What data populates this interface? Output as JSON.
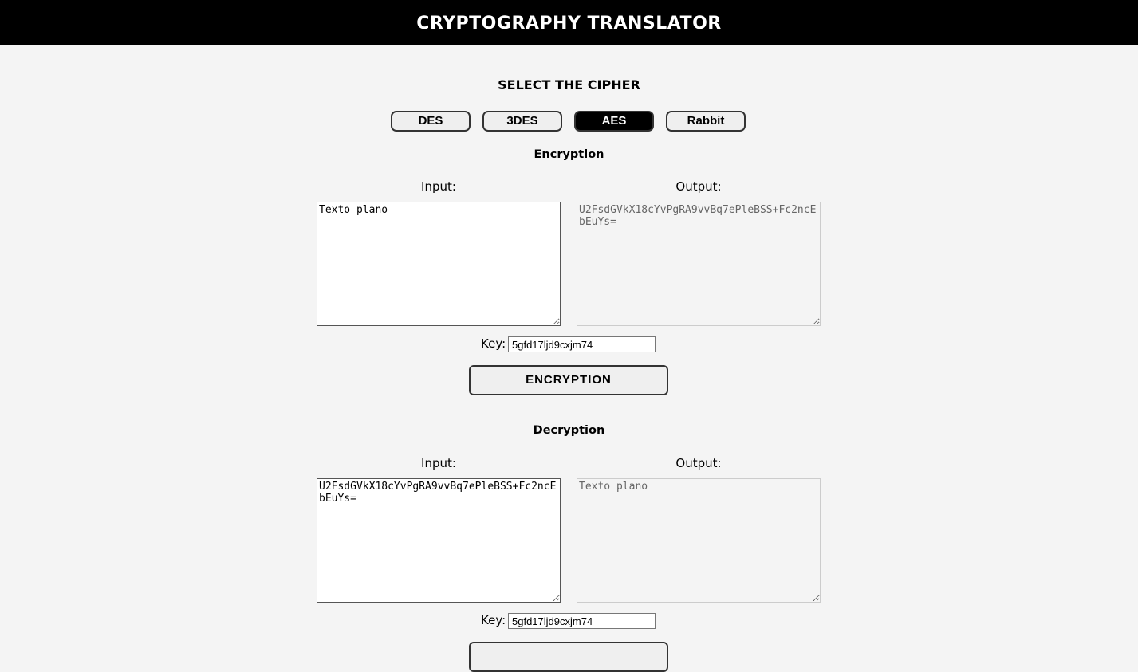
{
  "header": {
    "title": "CRYPTOGRAPHY TRANSLATOR"
  },
  "cipher": {
    "heading": "SELECT THE CIPHER",
    "options": [
      "DES",
      "3DES",
      "AES",
      "Rabbit"
    ],
    "selected": "AES"
  },
  "encryption": {
    "heading": "Encryption",
    "input_label": "Input:",
    "output_label": "Output:",
    "input_value": "Texto plano",
    "output_value": "U2FsdGVkX18cYvPgRA9vvBq7ePleBSS+Fc2ncEbEuYs=",
    "key_label": "Key:",
    "key_value": "5gfd17ljd9cxjm74",
    "button": "ENCRYPTION"
  },
  "decryption": {
    "heading": "Decryption",
    "input_label": "Input:",
    "output_label": "Output:",
    "input_value": "U2FsdGVkX18cYvPgRA9vvBq7ePleBSS+Fc2ncEbEuYs=",
    "output_value": "Texto plano",
    "key_label": "Key:",
    "key_value": "5gfd17ljd9cxjm74"
  }
}
